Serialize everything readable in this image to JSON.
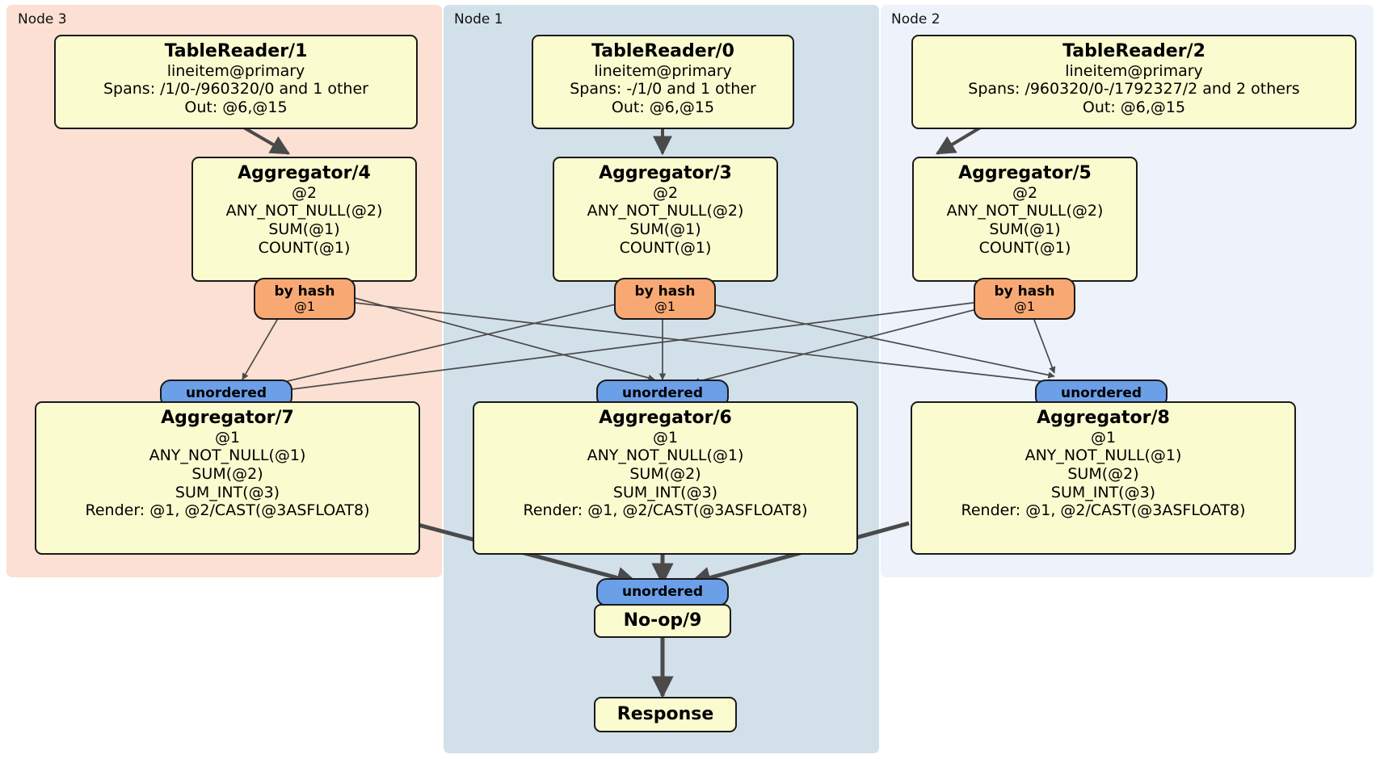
{
  "diagram": {
    "type": "distributed-query-plan",
    "colors": {
      "node3_panel": "#fbe0d3",
      "node1_panel": "#d2e0ea",
      "node2_panel": "#edf2fb",
      "processor_fill": "#fbfbd0",
      "processor_border": "#1a1a1a",
      "hash_router": "#f8a973",
      "sync_unordered": "#6b9fe8",
      "edge": "#4a4a4a"
    }
  },
  "nodes": [
    {
      "id": "node3",
      "label": "Node 3"
    },
    {
      "id": "node1",
      "label": "Node 1"
    },
    {
      "id": "node2",
      "label": "Node 2"
    }
  ],
  "processors": {
    "table_reader_1": {
      "title": "TableReader/1",
      "lines": [
        "lineitem@primary",
        "Spans: /1/0-/960320/0 and 1 other",
        "Out: @6,@15"
      ]
    },
    "table_reader_0": {
      "title": "TableReader/0",
      "lines": [
        "lineitem@primary",
        "Spans: -/1/0 and 1 other",
        "Out: @6,@15"
      ]
    },
    "table_reader_2": {
      "title": "TableReader/2",
      "lines": [
        "lineitem@primary",
        "Spans: /960320/0-/1792327/2 and 2 others",
        "Out: @6,@15"
      ]
    },
    "aggregator_4": {
      "title": "Aggregator/4",
      "lines": [
        "@2",
        "ANY_NOT_NULL(@2)",
        "SUM(@1)",
        "COUNT(@1)"
      ]
    },
    "aggregator_3": {
      "title": "Aggregator/3",
      "lines": [
        "@2",
        "ANY_NOT_NULL(@2)",
        "SUM(@1)",
        "COUNT(@1)"
      ]
    },
    "aggregator_5": {
      "title": "Aggregator/5",
      "lines": [
        "@2",
        "ANY_NOT_NULL(@2)",
        "SUM(@1)",
        "COUNT(@1)"
      ]
    },
    "aggregator_7": {
      "title": "Aggregator/7",
      "lines": [
        "@1",
        "ANY_NOT_NULL(@1)",
        "SUM(@2)",
        "SUM_INT(@3)",
        "Render: @1, @2/CAST(@3ASFLOAT8)"
      ]
    },
    "aggregator_6": {
      "title": "Aggregator/6",
      "lines": [
        "@1",
        "ANY_NOT_NULL(@1)",
        "SUM(@2)",
        "SUM_INT(@3)",
        "Render: @1, @2/CAST(@3ASFLOAT8)"
      ]
    },
    "aggregator_8": {
      "title": "Aggregator/8",
      "lines": [
        "@1",
        "ANY_NOT_NULL(@1)",
        "SUM(@2)",
        "SUM_INT(@3)",
        "Render: @1, @2/CAST(@3ASFLOAT8)"
      ]
    },
    "noop_9": {
      "title": "No-op/9",
      "lines": []
    },
    "response": {
      "title": "Response",
      "lines": []
    }
  },
  "routers": {
    "hash_4": {
      "kind": "by hash",
      "column": "@1"
    },
    "hash_3": {
      "kind": "by hash",
      "column": "@1"
    },
    "hash_5": {
      "kind": "by hash",
      "column": "@1"
    }
  },
  "synchronizers": {
    "sync_7": {
      "kind": "unordered"
    },
    "sync_6": {
      "kind": "unordered"
    },
    "sync_8": {
      "kind": "unordered"
    },
    "sync_9": {
      "kind": "unordered"
    }
  }
}
